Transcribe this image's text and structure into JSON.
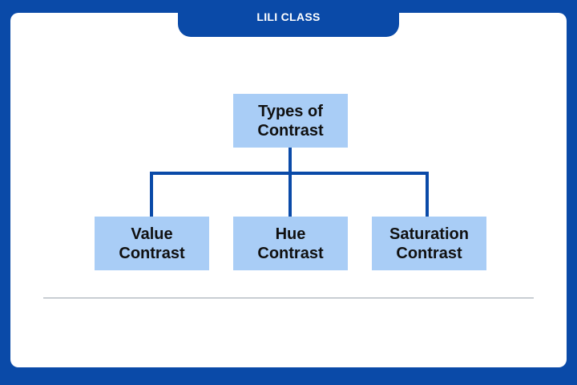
{
  "header": {
    "brand": "LILI CLASS"
  },
  "diagram": {
    "root": {
      "line1": "Types of",
      "line2": "Contrast"
    },
    "children": [
      {
        "line1": "Value",
        "line2": "Contrast"
      },
      {
        "line1": "Hue",
        "line2": "Contrast"
      },
      {
        "line1": "Saturation",
        "line2": "Contrast"
      }
    ]
  },
  "colors": {
    "frame": "#0a4aa8",
    "node_fill": "#a9cdf6",
    "connector": "#0a4aa8"
  }
}
